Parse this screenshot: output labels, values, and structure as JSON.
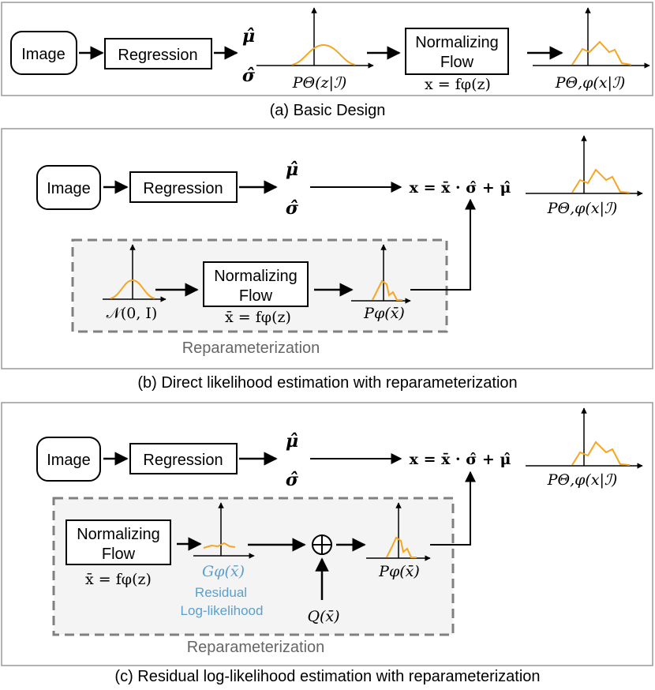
{
  "panel_a": {
    "caption": "(a) Basic Design",
    "image_label": "Image",
    "regression_label": "Regression",
    "mu_hat": "μ̂",
    "sigma_hat": "σ̂",
    "dist_z_label": "PΘ(z|ℐ)",
    "flow_line1": "Normalizing",
    "flow_line2": "Flow",
    "flow_eq": "x = fφ(z)",
    "dist_x_label": "PΘ,φ(x|ℐ)"
  },
  "panel_b": {
    "caption": "(b) Direct likelihood estimation with reparameterization",
    "image_label": "Image",
    "regression_label": "Regression",
    "mu_hat": "μ̂",
    "sigma_hat": "σ̂",
    "combine_eq": "x = x̄ · σ̂ + μ̂",
    "dist_x_label": "PΘ,φ(x|ℐ)",
    "normal_label": "𝒩(0, I)",
    "flow_line1": "Normalizing",
    "flow_line2": "Flow",
    "flow_eq": "x̄ = fφ(z)",
    "pxbar_label": "Pφ(x̄)",
    "reparam_label": "Reparameterization"
  },
  "panel_c": {
    "caption": "(c) Residual log-likelihood estimation with reparameterization",
    "image_label": "Image",
    "regression_label": "Regression",
    "mu_hat": "μ̂",
    "sigma_hat": "σ̂",
    "combine_eq": "x = x̄ · σ̂ + μ̂",
    "dist_x_label": "PΘ,φ(x|ℐ)",
    "flow_line1": "Normalizing",
    "flow_line2": "Flow",
    "flow_eq": "x̄ = fφ(z)",
    "g_label": "Gφ(x̄)",
    "residual_line1": "Residual",
    "residual_line2": "Log-likelihood",
    "oplus": "⊕",
    "q_label": "Q(x̄)",
    "pxbar_label": "Pφ(x̄)",
    "reparam_label": "Reparameterization"
  },
  "colors": {
    "curve": "#f5a623",
    "residual_text": "#5aa0cc",
    "reparam_text": "#666666",
    "dashed_border": "#808080",
    "dashed_fill": "#f4f4f4",
    "panel_border": "#999999"
  }
}
